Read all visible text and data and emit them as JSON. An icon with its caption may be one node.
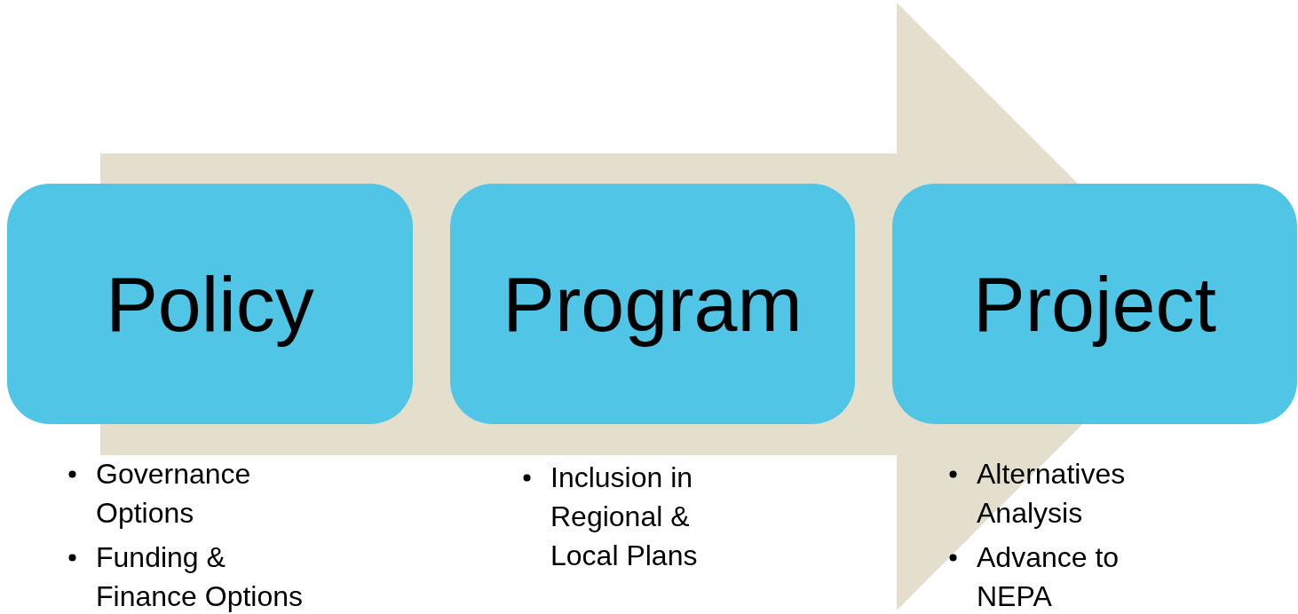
{
  "diagram": {
    "nodes": [
      {
        "text": [
          "Policy"
        ],
        "beside": [
          "Governance Options",
          "Funding & Finance Options"
        ]
      },
      {
        "text": [
          "Program"
        ],
        "beside": [
          "Inclusion in Regional & Local Plans"
        ]
      },
      {
        "text": [
          "Project"
        ],
        "beside": [
          "Alternatives Analysis",
          "Advance to NEPA"
        ]
      }
    ],
    "edges": [
      {
        "from": 0,
        "to": 2,
        "arrow": "to"
      }
    ]
  }
}
